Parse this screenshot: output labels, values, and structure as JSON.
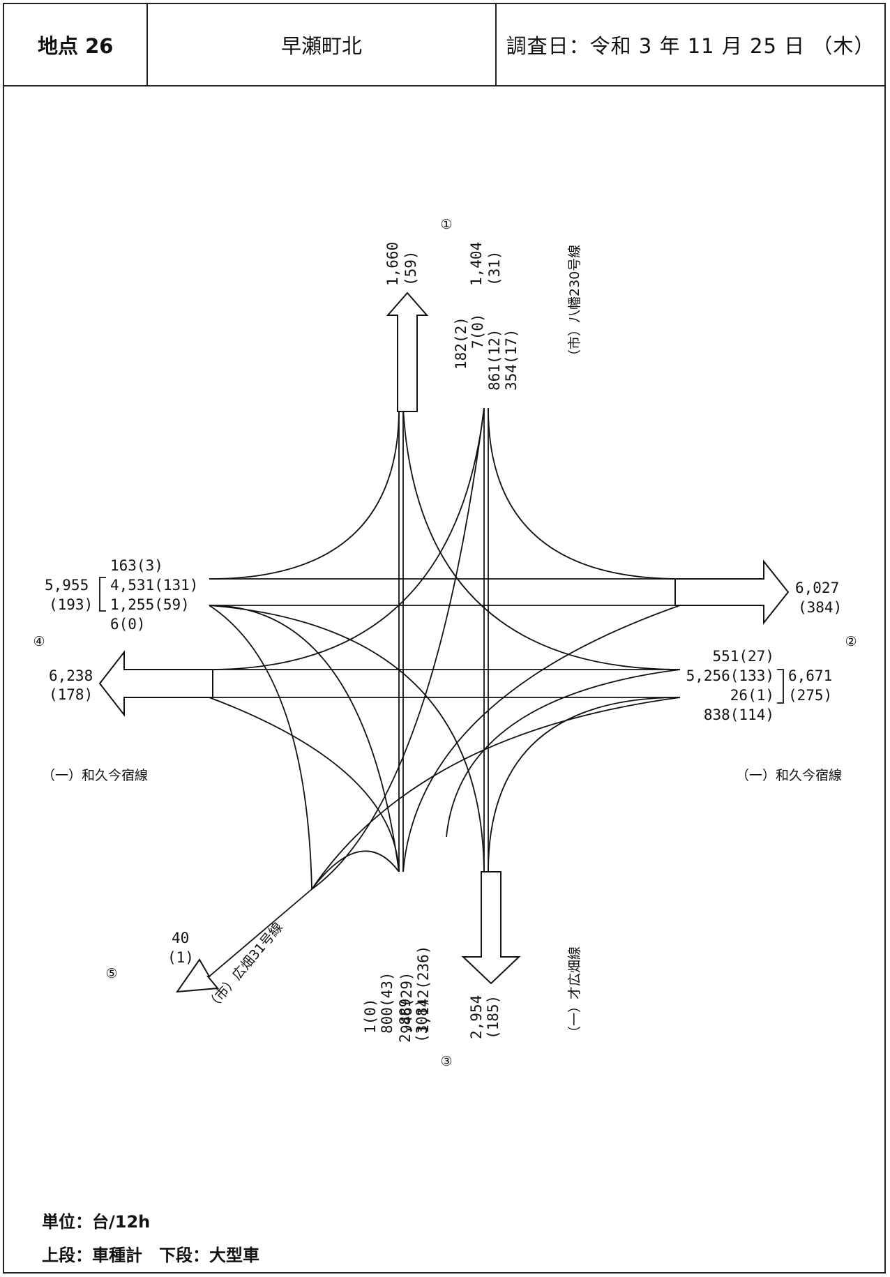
{
  "header": {
    "point": "地点 26",
    "location": "早瀬町北",
    "survey_date": "調査日：令和 3 年 11 月 25 日 （木）"
  },
  "approaches": {
    "n": {
      "id": "①",
      "road": "（市）八幡230号線"
    },
    "e": {
      "id": "②",
      "road": "（一）和久今宿線"
    },
    "s": {
      "id": "③",
      "road": "（一）才広畑線"
    },
    "w": {
      "id": "④",
      "road": "（一）和久今宿線"
    },
    "sw": {
      "id": "⑤",
      "road": "（市）広畑31号線"
    }
  },
  "flows": {
    "n_out_total": "1,660",
    "n_out_large": "(59)",
    "n_in_total": "1,404",
    "n_in_large": "(31)",
    "n_in_1": "182(2)",
    "n_in_2": "7(0)",
    "n_in_3": "861(12)",
    "n_in_4": "354(17)",
    "e_out_total": "6,027",
    "e_out_large": "(384)",
    "e_in_total": "6,671",
    "e_in_large": "(275)",
    "e_in_1": "551(27)",
    "e_in_2": "5,256(133)",
    "e_in_3": "26(1)",
    "e_in_4": "838(114)",
    "w_in_total": "5,955",
    "w_in_large": "(193)",
    "w_in_1": "163(3)",
    "w_in_2": "4,531(131)",
    "w_in_3": "1,255(59)",
    "w_in_4": "6(0)",
    "w_out_total": "6,238",
    "w_out_large": "(178)",
    "s_in_total": "2,889",
    "s_in_large": "(308)",
    "s_in_1": "1(0)",
    "s_in_2": "800(43)",
    "s_in_3": "946(29)",
    "s_in_4": "1,142(236)",
    "s_out_total": "2,954",
    "s_out_large": "(185)",
    "sw_out_total": "40",
    "sw_out_large": "(1)"
  },
  "footer": {
    "unit": "単位：台/12h",
    "legend": "上段：車種計　下段：大型車"
  }
}
